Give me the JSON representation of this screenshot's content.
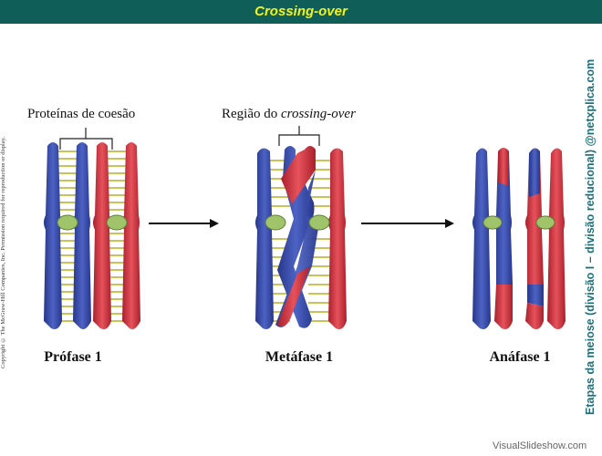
{
  "title": "Crossing-over",
  "copyright": "Copyright © The McGraw-Hill Companies, Inc. Permission required for reproduction or display.",
  "side_text": "Etapas da meiose (divisão I – divisão reducional) @netxplica.com",
  "labels": {
    "cohesin": "Proteínas de coesão",
    "crossover_region_prefix": "Região do ",
    "crossover_region_italic": "crossing-over"
  },
  "stages": [
    "Prófase 1",
    "Metáfase 1",
    "Anáfase 1"
  ],
  "footer": "VisualSlideshow.com",
  "colors": {
    "title_bar": "#0f5f58",
    "title_text": "#f2f21c",
    "blue_chromatid": "#3b4fae",
    "red_chromatid": "#d8323f",
    "centromere": "#9fc46a",
    "cohesin": "#c9c35a",
    "side_text": "#1f6f7a"
  }
}
